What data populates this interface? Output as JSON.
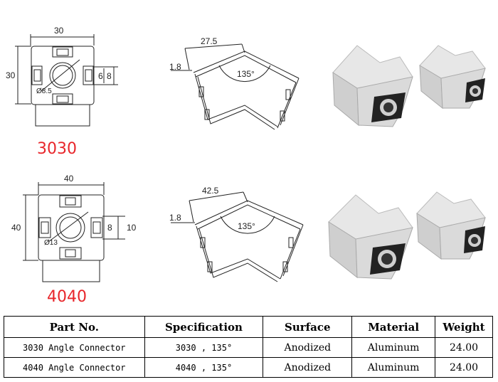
{
  "models": [
    {
      "code": "3030",
      "width": "30",
      "height": "30",
      "slot_a": "6",
      "slot_b": "8",
      "hole": "Ø8.5",
      "arm": "27.5",
      "thickness": "1.8",
      "angle": "135°"
    },
    {
      "code": "4040",
      "width": "40",
      "height": "40",
      "slot_a": "8",
      "slot_b": "10",
      "hole": "Ø13",
      "arm": "42.5",
      "thickness": "1.8",
      "angle": "135°"
    }
  ],
  "table": {
    "headers": [
      "Part No.",
      "Specification",
      "Surface",
      "Material",
      "Weight"
    ],
    "rows": [
      [
        "3030 Angle Connector",
        "3030 , 135°",
        "Anodized",
        "Aluminum",
        "24.00"
      ],
      [
        "4040 Angle Connector",
        "4040 , 135°",
        "Anodized",
        "Aluminum",
        "24.00"
      ]
    ]
  }
}
